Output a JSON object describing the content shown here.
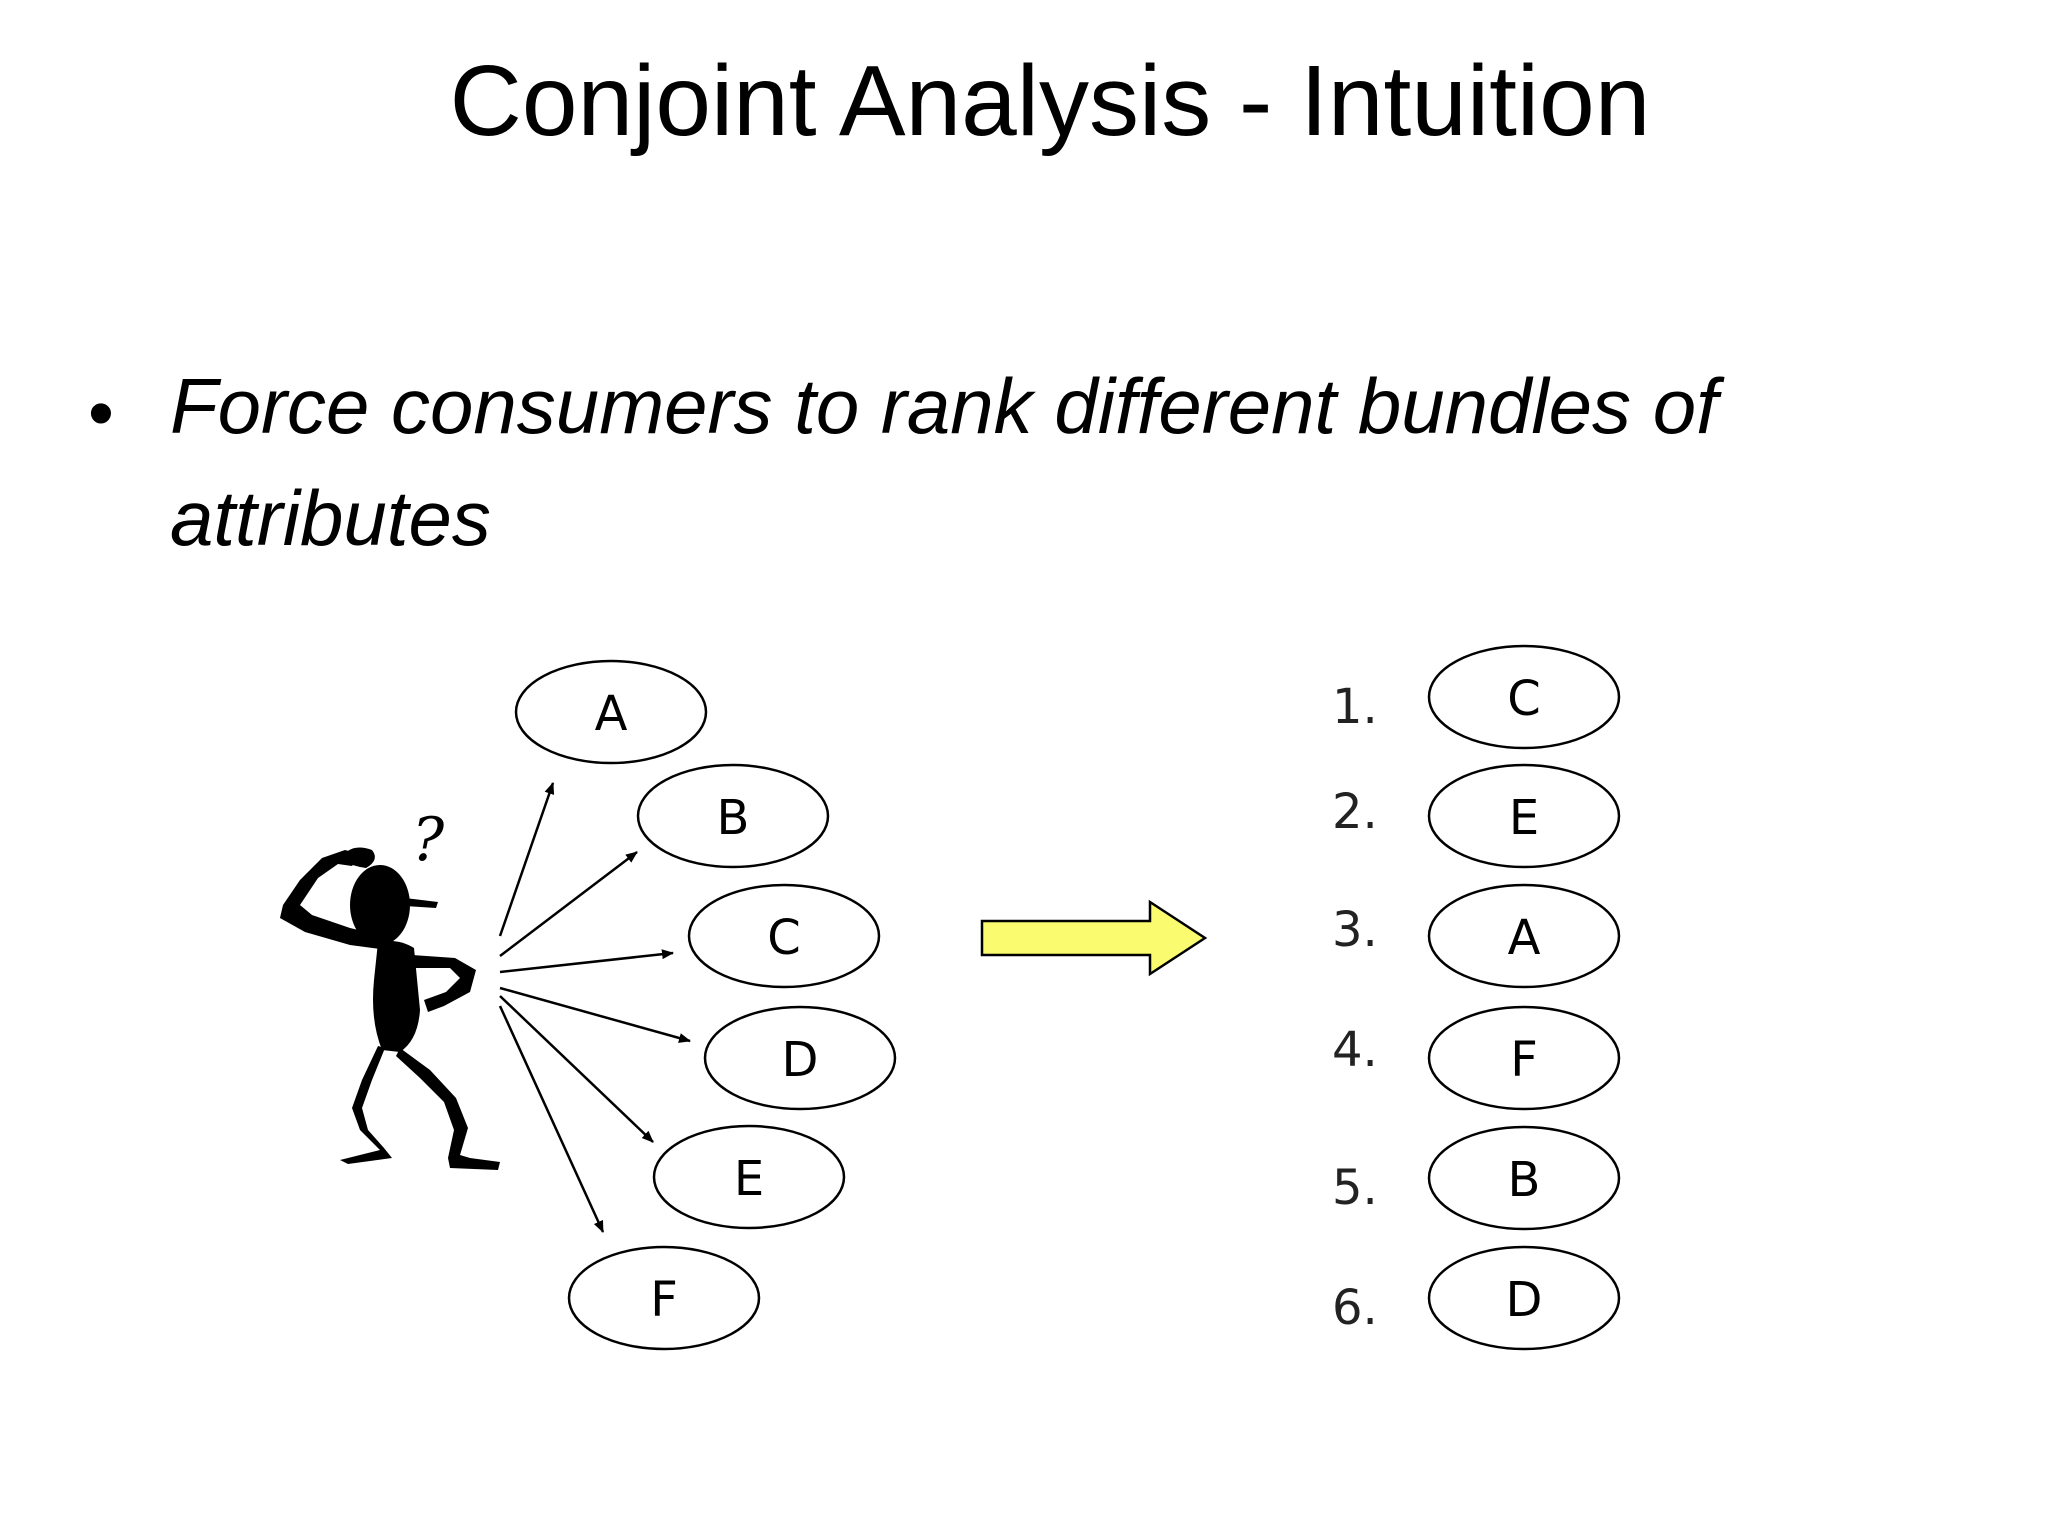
{
  "slide": {
    "title": "Conjoint Analysis - Intuition",
    "bullet": "Force consumers to rank different bundles of attributes",
    "bullet_symbol": "•"
  },
  "diagram": {
    "person_icon": "confused-person-icon",
    "question_mark": "?",
    "bundles": [
      "A",
      "B",
      "C",
      "D",
      "E",
      "F"
    ],
    "transition_arrow_color": "#fbfb6f",
    "ranking": [
      {
        "rank": "1.",
        "bundle": "C"
      },
      {
        "rank": "2.",
        "bundle": "E"
      },
      {
        "rank": "3.",
        "bundle": "A"
      },
      {
        "rank": "4.",
        "bundle": "F"
      },
      {
        "rank": "5.",
        "bundle": "B"
      },
      {
        "rank": "6.",
        "bundle": "D"
      }
    ]
  }
}
